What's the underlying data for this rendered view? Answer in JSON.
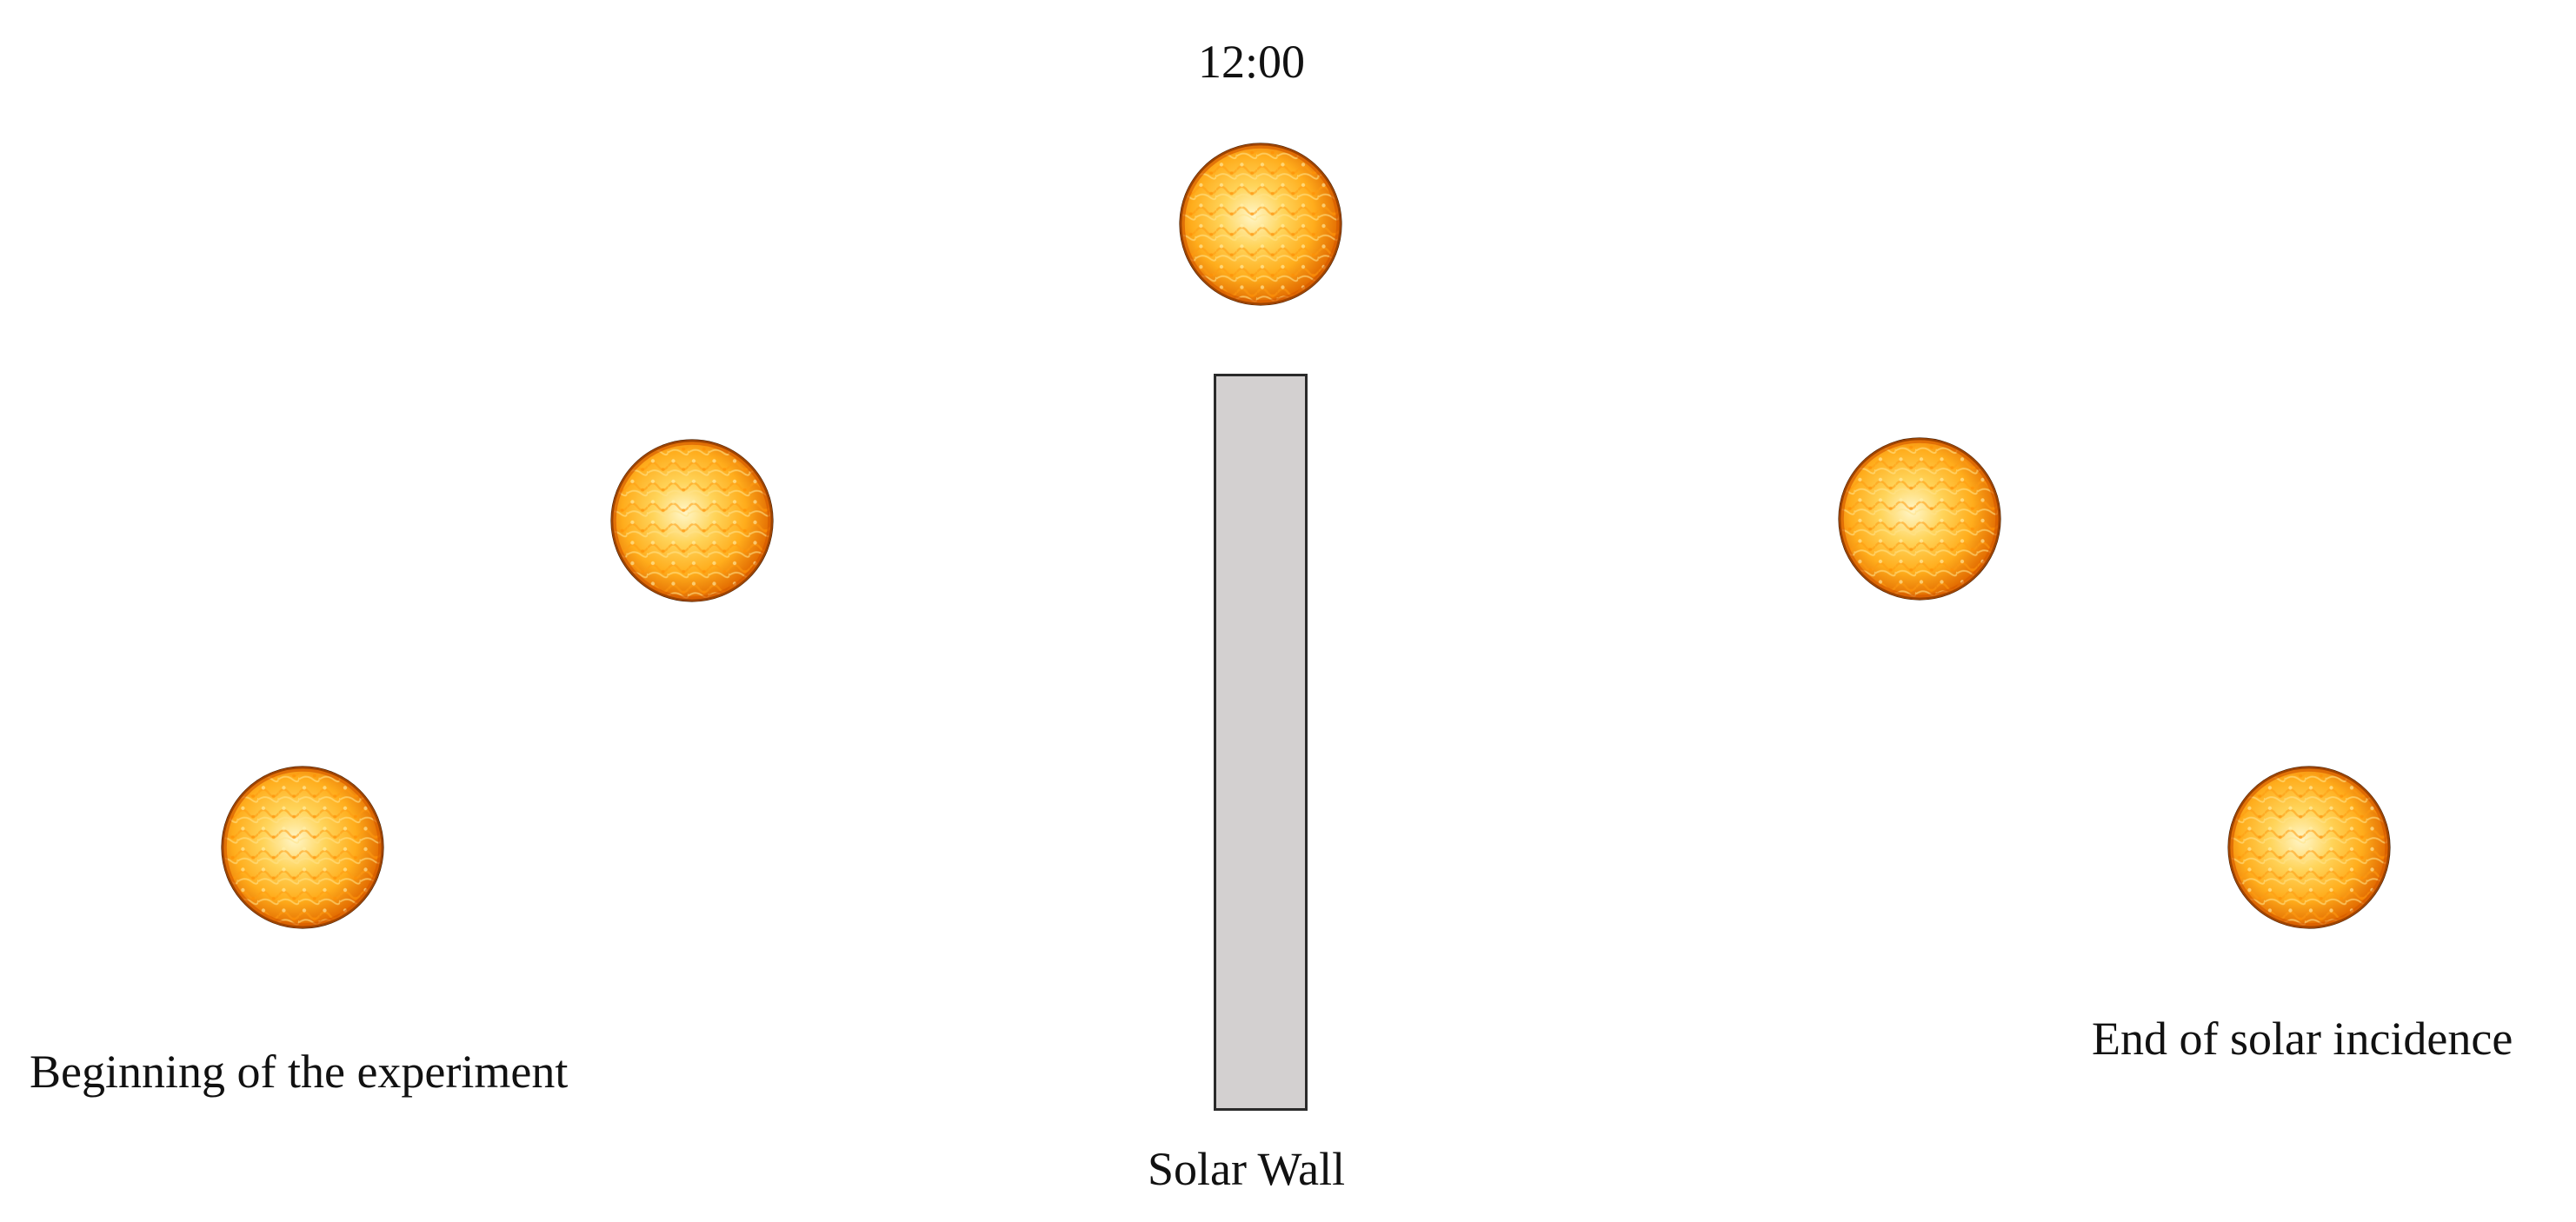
{
  "diagram": {
    "labels": {
      "noon": "12:00",
      "start": "Beginning of the experiment",
      "end": "End of solar incidence",
      "wall": "Solar Wall"
    },
    "sun_positions": [
      {
        "name": "sun-beginning"
      },
      {
        "name": "sun-morning"
      },
      {
        "name": "sun-noon"
      },
      {
        "name": "sun-afternoon"
      },
      {
        "name": "sun-end"
      }
    ],
    "colors": {
      "sun_core": "#fff0a8",
      "sun_mid": "#ffb020",
      "sun_rim": "#e26a00",
      "sun_outline": "#3a1a00",
      "wall_fill": "#d3d0d0",
      "wall_border": "#2a2a2a",
      "text": "#111111"
    },
    "icons": {
      "sun": "sun-icon",
      "wall": "solar-wall"
    }
  }
}
